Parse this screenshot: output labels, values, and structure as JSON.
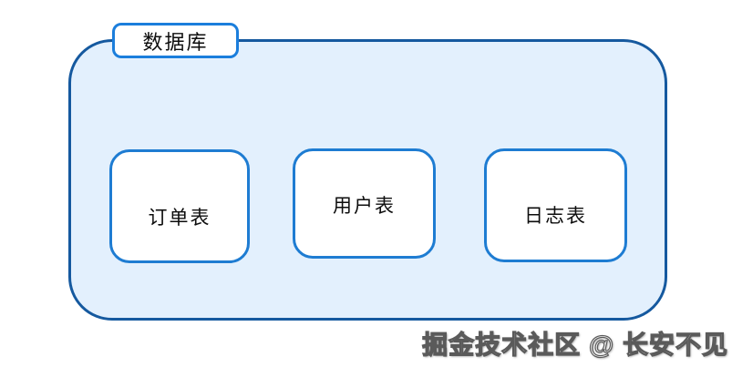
{
  "diagram": {
    "type": "diagram",
    "container": {
      "label": "数据库",
      "fill_color": "#e3f0fd",
      "border_color": "#15599f",
      "tab_border_color": "#1b7edc",
      "tab_fill_color": "#ffffff",
      "children": [
        {
          "label": "订单表",
          "fill_color": "#ffffff",
          "border_color": "#1e7cd2"
        },
        {
          "label": "用户表",
          "fill_color": "#ffffff",
          "border_color": "#1e7cd2"
        },
        {
          "label": "日志表",
          "fill_color": "#ffffff",
          "border_color": "#1e7cd2"
        }
      ]
    }
  },
  "watermark": {
    "text": "掘金技术社区 @ 长安不见",
    "color": "#5a5a5a"
  }
}
